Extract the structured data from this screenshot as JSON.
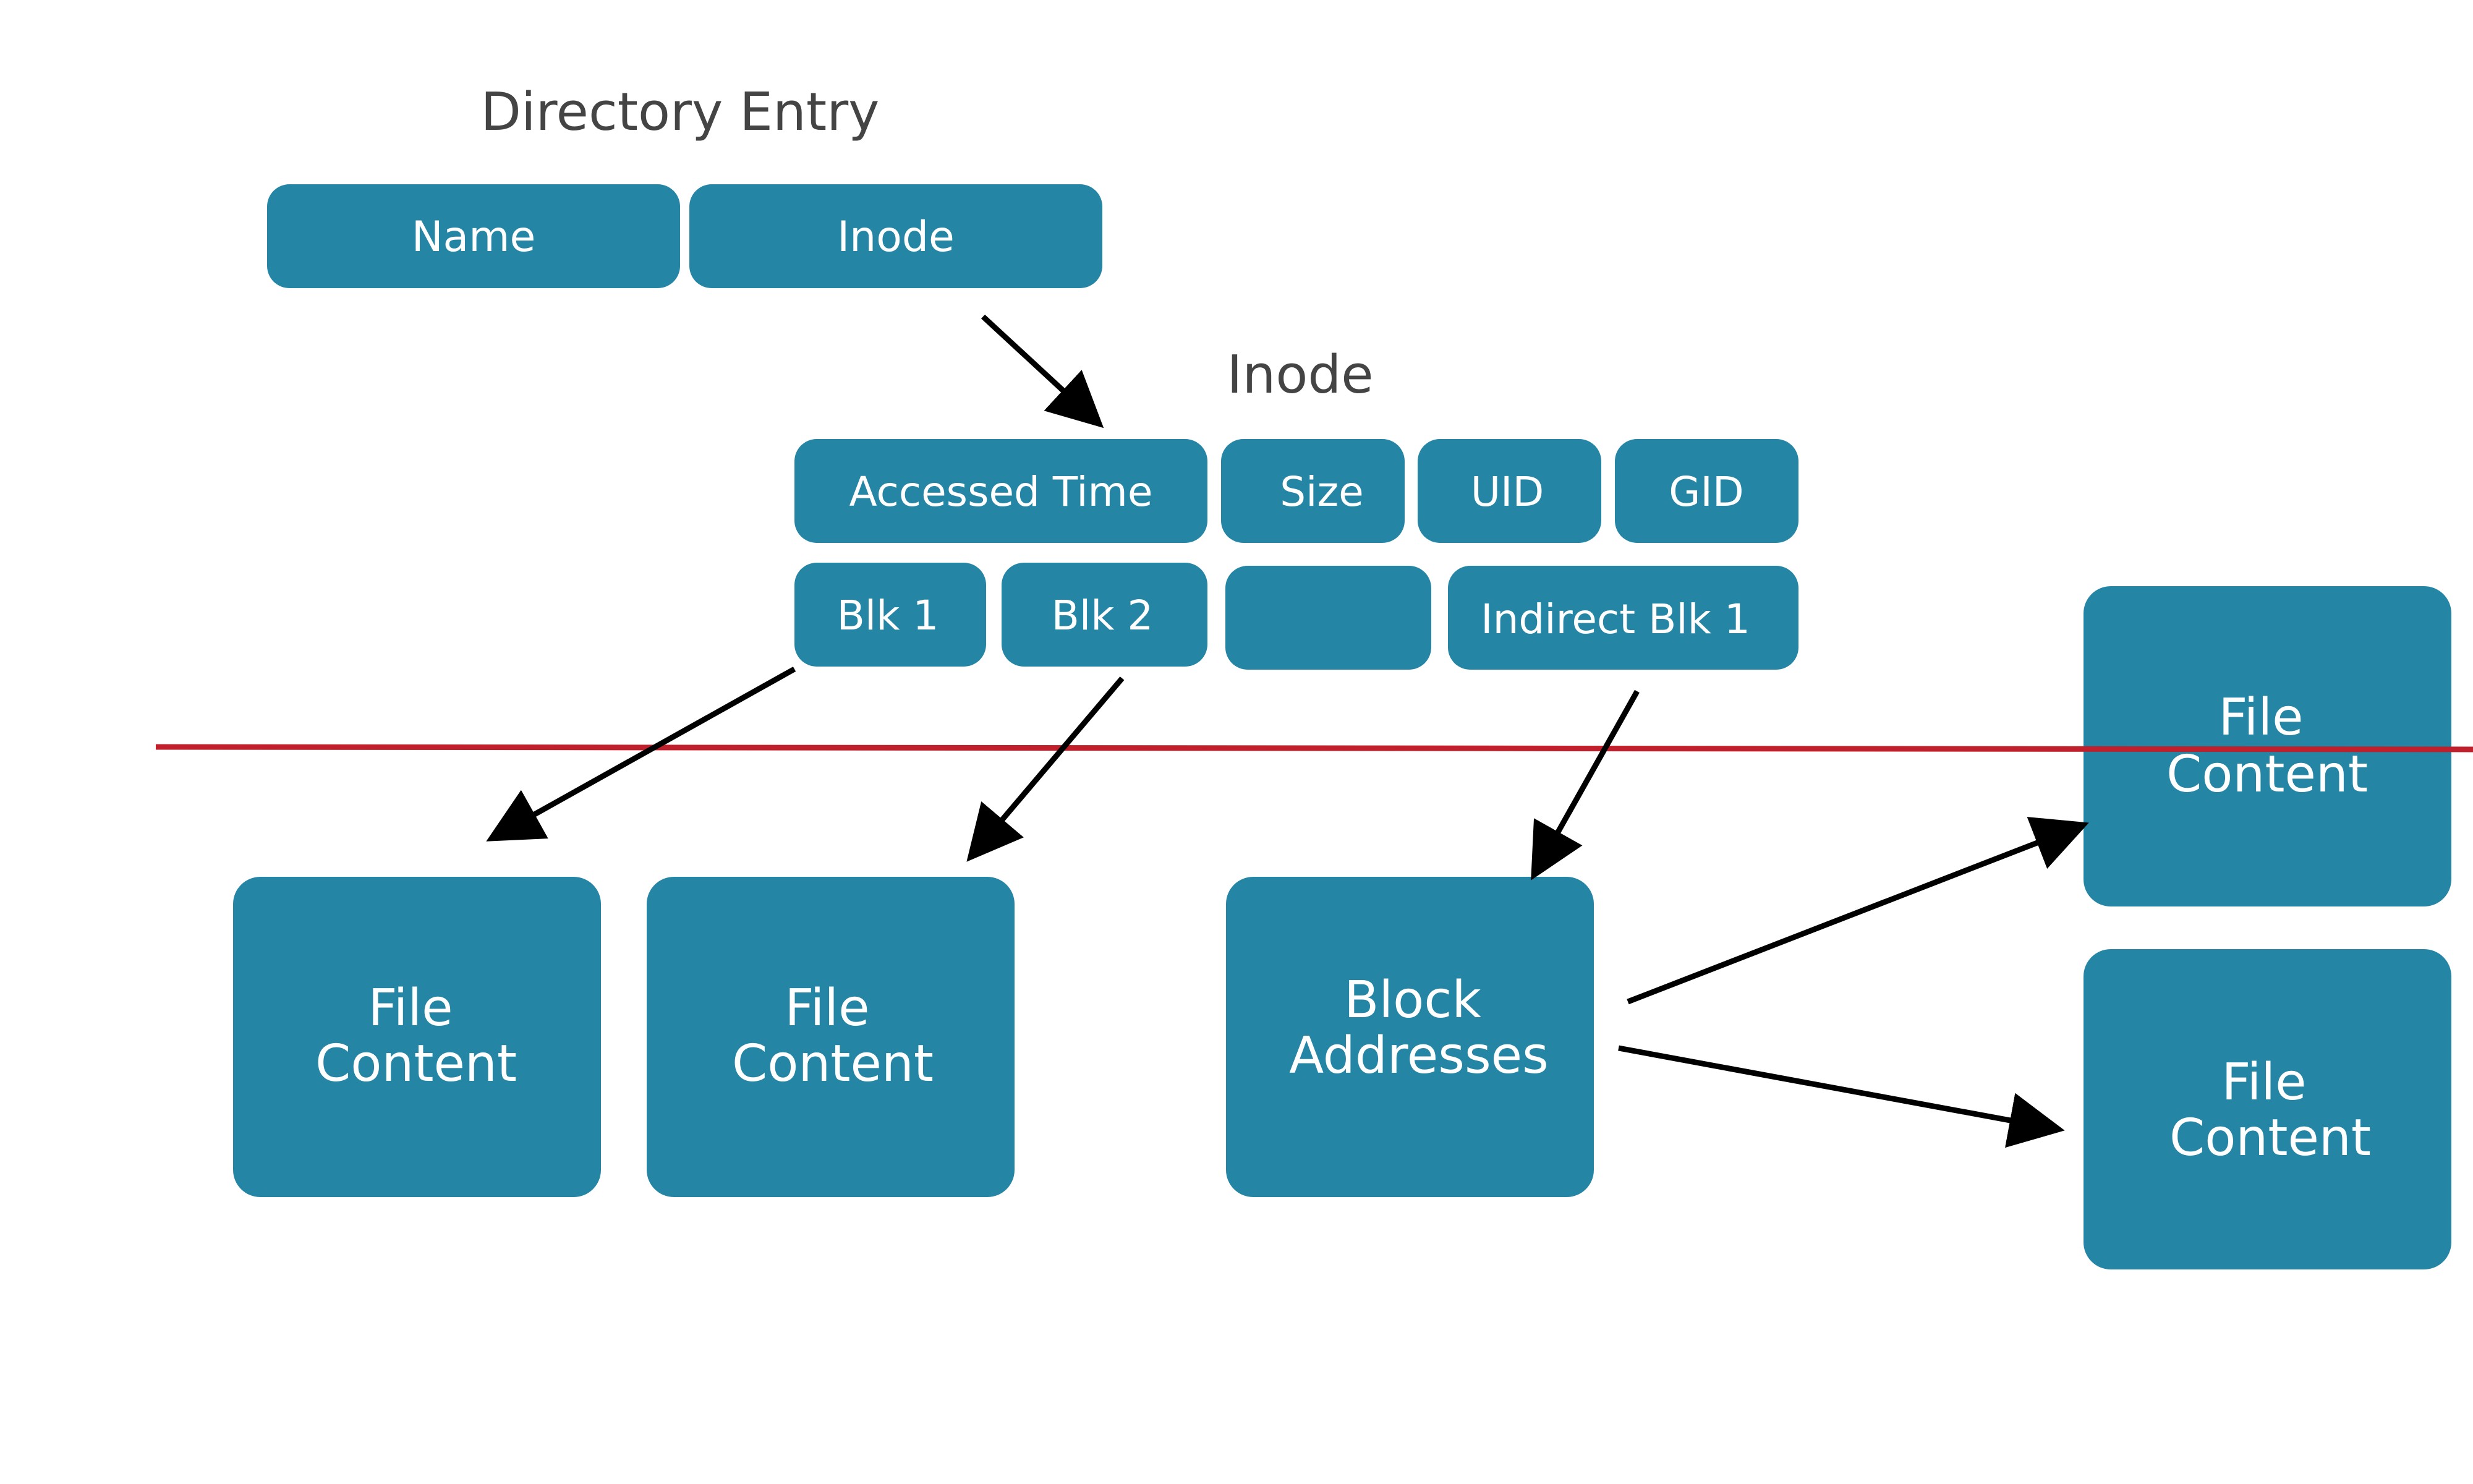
{
  "colors": {
    "box_fill": "#2585a5",
    "box_text": "#ffffff",
    "title_text": "#444444",
    "arrow": "#000000",
    "divider_line": "#c0202b",
    "background": "#ffffff"
  },
  "directory_entry": {
    "title": "Directory Entry",
    "fields": {
      "name": "Name",
      "inode": "Inode"
    }
  },
  "inode": {
    "title": "Inode",
    "fields": {
      "accessed_time": "Accessed Time",
      "size": "Size",
      "uid": "UID",
      "gid": "GID",
      "blk1": "Blk 1",
      "blk2": "Blk 2",
      "empty": "",
      "indirect_blk1": "Indirect Blk 1"
    }
  },
  "blocks": {
    "file_content_1": [
      "File",
      "Content"
    ],
    "file_content_2": [
      "File",
      "Content"
    ],
    "block_addresses": [
      "Block",
      "Addresses"
    ],
    "file_content_top_right": [
      "File",
      "Content"
    ],
    "file_content_bottom_right": [
      "File",
      "Content"
    ]
  }
}
